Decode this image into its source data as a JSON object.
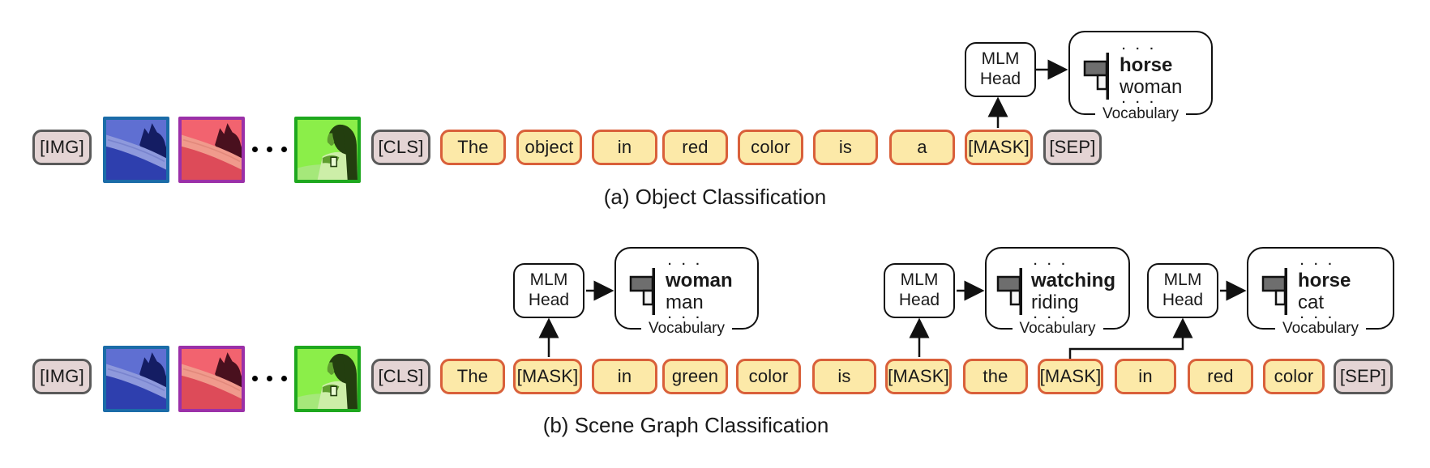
{
  "figure": {
    "row_a": {
      "caption": "(a) Object Classification",
      "tokens": [
        "[IMG]",
        "[CLS]",
        "The",
        "object",
        "in",
        "red",
        "color",
        "is",
        "a",
        "[MASK]",
        "[SEP]"
      ],
      "ellipsis": "image patches continue",
      "mlm_head": "MLM Head",
      "vocab": {
        "dots_top": "· · ·",
        "top": "horse",
        "bottom": "woman",
        "dots_bottom": "· · ·",
        "label": "Vocabulary"
      }
    },
    "row_b": {
      "caption": "(b) Scene Graph Classification",
      "tokens": [
        "[IMG]",
        "[CLS]",
        "The",
        "[MASK]",
        "in",
        "green",
        "color",
        "is",
        "[MASK]",
        "the",
        "[MASK]",
        "in",
        "red",
        "color",
        "[SEP]"
      ],
      "mlm_heads": [
        "MLM Head",
        "MLM Head",
        "MLM Head"
      ],
      "vocabs": [
        {
          "dots_top": "· · ·",
          "top": "woman",
          "bottom": "man",
          "dots_bottom": "· · ·",
          "label": "Vocabulary"
        },
        {
          "dots_top": "· · ·",
          "top": "watching",
          "bottom": "riding",
          "dots_bottom": "· · ·",
          "label": "Vocabulary"
        },
        {
          "dots_top": "· · ·",
          "top": "horse",
          "bottom": "cat",
          "dots_bottom": "· · ·",
          "label": "Vocabulary"
        }
      ]
    },
    "icons": {
      "patches": [
        "horse-image-patch-blue",
        "horse-image-patch-magenta",
        "woman-image-patch-green"
      ],
      "vocab_chart": "probability-bars-icon",
      "ellipsis": "ellipsis-dots-icon"
    },
    "colors": {
      "word_token_bg": "#fce9a8",
      "word_token_border": "#d9603a",
      "special_token_bg": "#e4d4d4",
      "special_token_border": "#5a5a5a",
      "patch_border_blue": "#1b6ca8",
      "patch_border_magenta": "#9b30a8",
      "patch_border_green": "#1ea81e",
      "bar_high": "#6e6e6e",
      "bar_low": "#f4f4f4",
      "line": "#111111"
    }
  }
}
